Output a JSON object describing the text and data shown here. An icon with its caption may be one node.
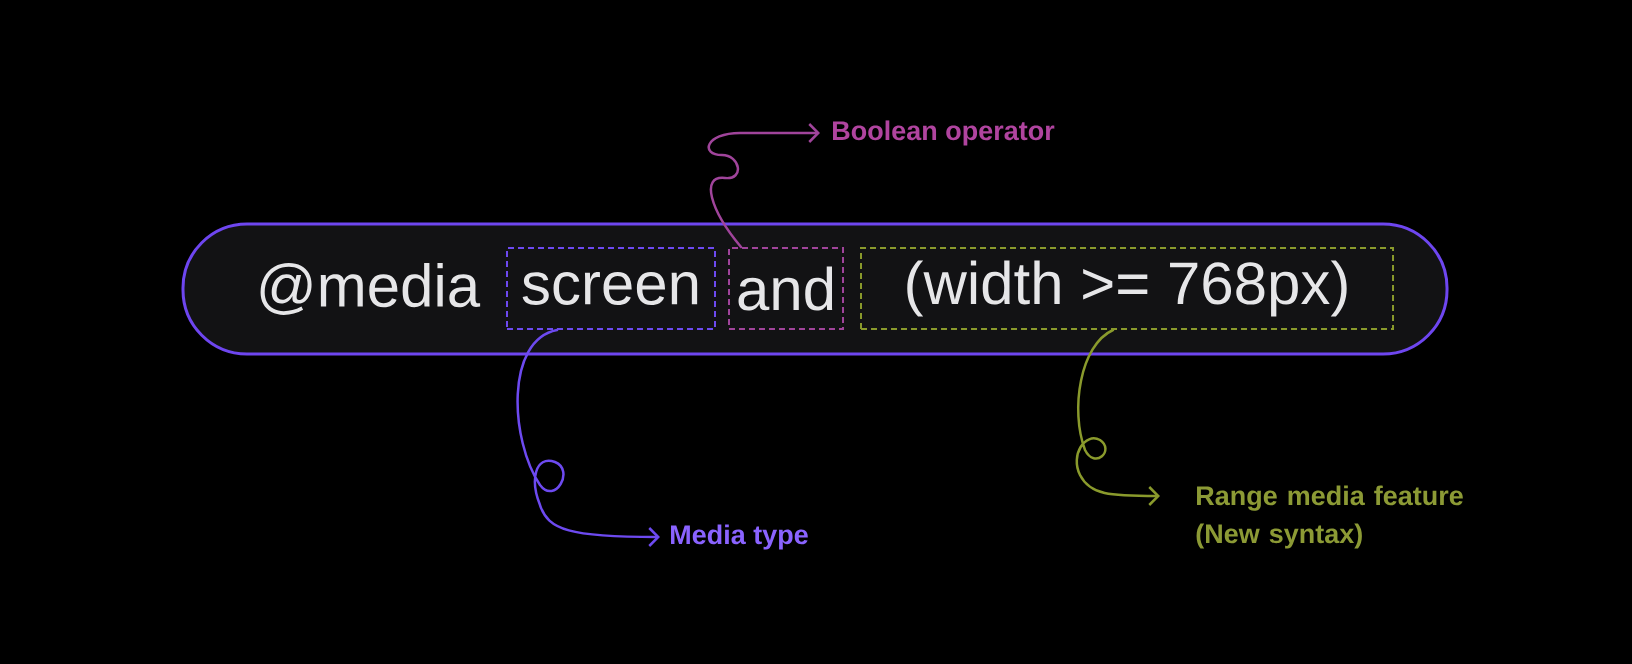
{
  "diagram": {
    "nodes": [
      {
        "text": [
          "@media"
        ]
      },
      {
        "text": [
          "screen"
        ],
        "in": 0
      },
      {
        "text": [
          "and"
        ],
        "in": 0
      },
      {
        "text": [
          "(width >= 768px)"
        ],
        "in": 0
      },
      {
        "text": [
          "Boolean operator"
        ]
      },
      {
        "text": [
          "Range media feature (New syntax)"
        ]
      },
      {
        "text": [
          "Media type"
        ]
      }
    ],
    "edges": [
      {
        "from": 2,
        "to": 4,
        "arrow": "to",
        "color": "#a0449b"
      },
      {
        "from": 3,
        "to": 5,
        "arrow": "to",
        "color": "#8a9a2c"
      },
      {
        "from": 1,
        "to": 6,
        "arrow": "to",
        "color": "#6d4af0"
      }
    ]
  }
}
